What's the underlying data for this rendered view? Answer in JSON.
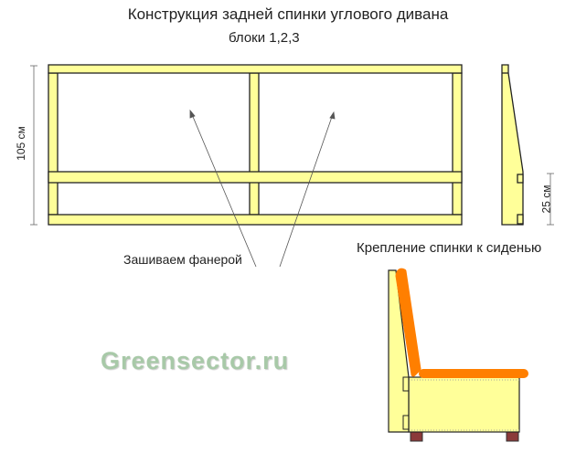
{
  "title": "Конструкция задней спинки углового дивана",
  "subtitle": "блоки 1,2,3",
  "dimension_height": "105 см",
  "dimension_small": "25 см",
  "plywood_label": "Зашиваем фанерой",
  "attachment_label": "Крепление спинки к сиденью",
  "watermark": "Greensector.ru",
  "colors": {
    "wood": "#ffff99",
    "cushion": "#ff7f00",
    "legs": "#8b3a3a"
  }
}
